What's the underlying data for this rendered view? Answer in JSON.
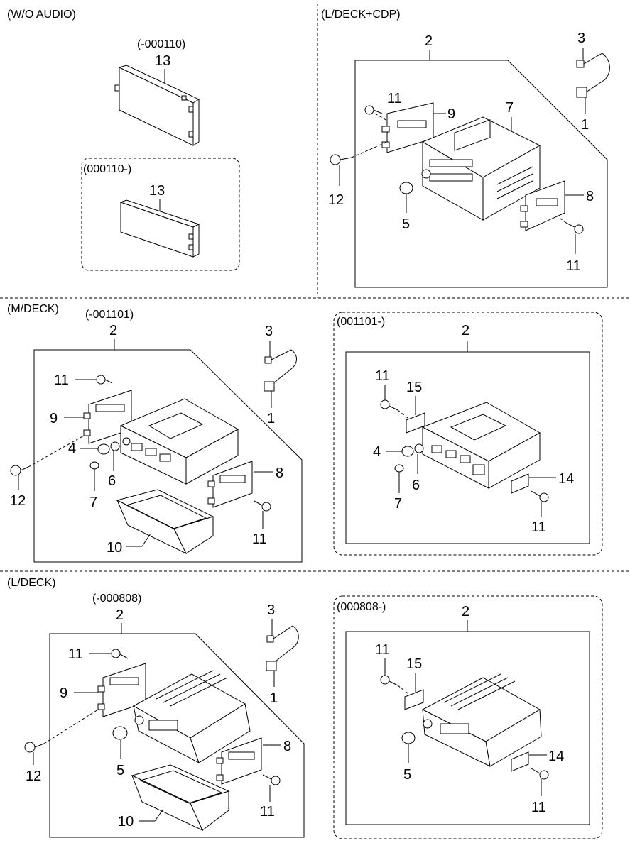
{
  "sections": {
    "wo_audio": {
      "title": "(W/O AUDIO)",
      "range_a": "(-000110)",
      "range_b": "(000110-)"
    },
    "ldeck_cdp": {
      "title": "(L/DECK+CDP)"
    },
    "mdeck": {
      "title": "(M/DECK)",
      "range_a": "(-001101)",
      "range_b": "(001101-)"
    },
    "ldeck": {
      "title": "(L/DECK)",
      "range_a": "(-000808)",
      "range_b": "(000808-)"
    }
  },
  "labels": {
    "a13": "13",
    "b13": "13",
    "c2": "2",
    "c3": "3",
    "c1": "1",
    "c11a": "11",
    "c9": "9",
    "c7": "7",
    "c12": "12",
    "c5": "5",
    "c8": "8",
    "c11b": "11",
    "d2": "2",
    "d3": "3",
    "d1": "1",
    "d11a": "11",
    "d9": "9",
    "d4": "4",
    "d6": "6",
    "d7": "7",
    "d12": "12",
    "d8": "8",
    "d11b": "11",
    "d10": "10",
    "e2": "2",
    "e11a": "11",
    "e15": "15",
    "e4": "4",
    "e6": "6",
    "e7": "7",
    "e14": "14",
    "e11b": "11",
    "f2": "2",
    "f3": "3",
    "f1": "1",
    "f11a": "11",
    "f9": "9",
    "f12": "12",
    "f5": "5",
    "f8": "8",
    "f11b": "11",
    "f10": "10",
    "g2": "2",
    "g11a": "11",
    "g15": "15",
    "g5": "5",
    "g14": "14",
    "g11b": "11"
  },
  "colors": {
    "ink": "#000000",
    "paper": "#ffffff"
  }
}
